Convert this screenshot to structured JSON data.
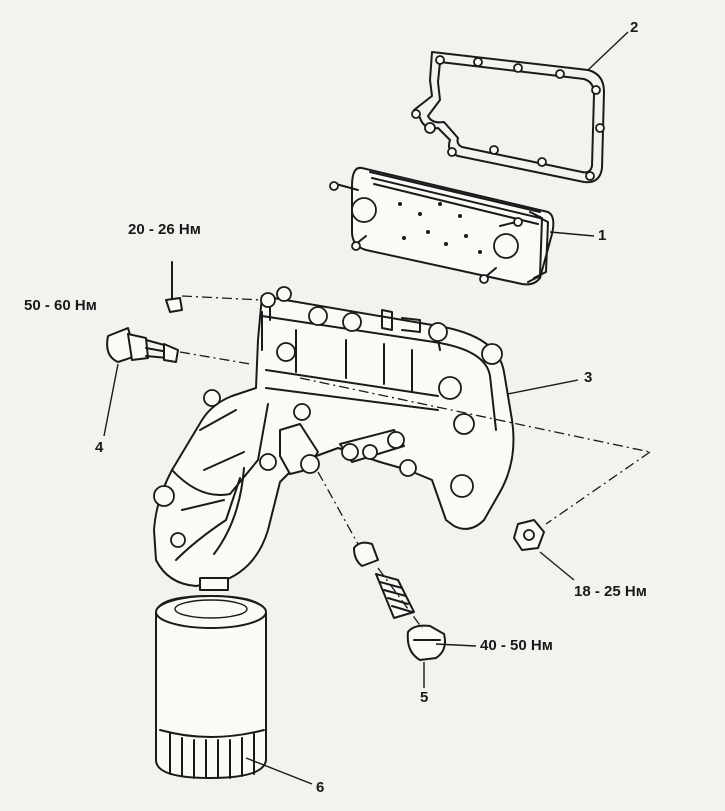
{
  "callouts": {
    "n1": "1",
    "n2": "2",
    "n3": "3",
    "n4": "4",
    "n5": "5",
    "n6": "6"
  },
  "torques": {
    "t1": "20 - 26 Нм",
    "t2": "50 - 60 Нм",
    "t3": "18 - 25 Нм",
    "t4": "40 - 50 Нм"
  }
}
